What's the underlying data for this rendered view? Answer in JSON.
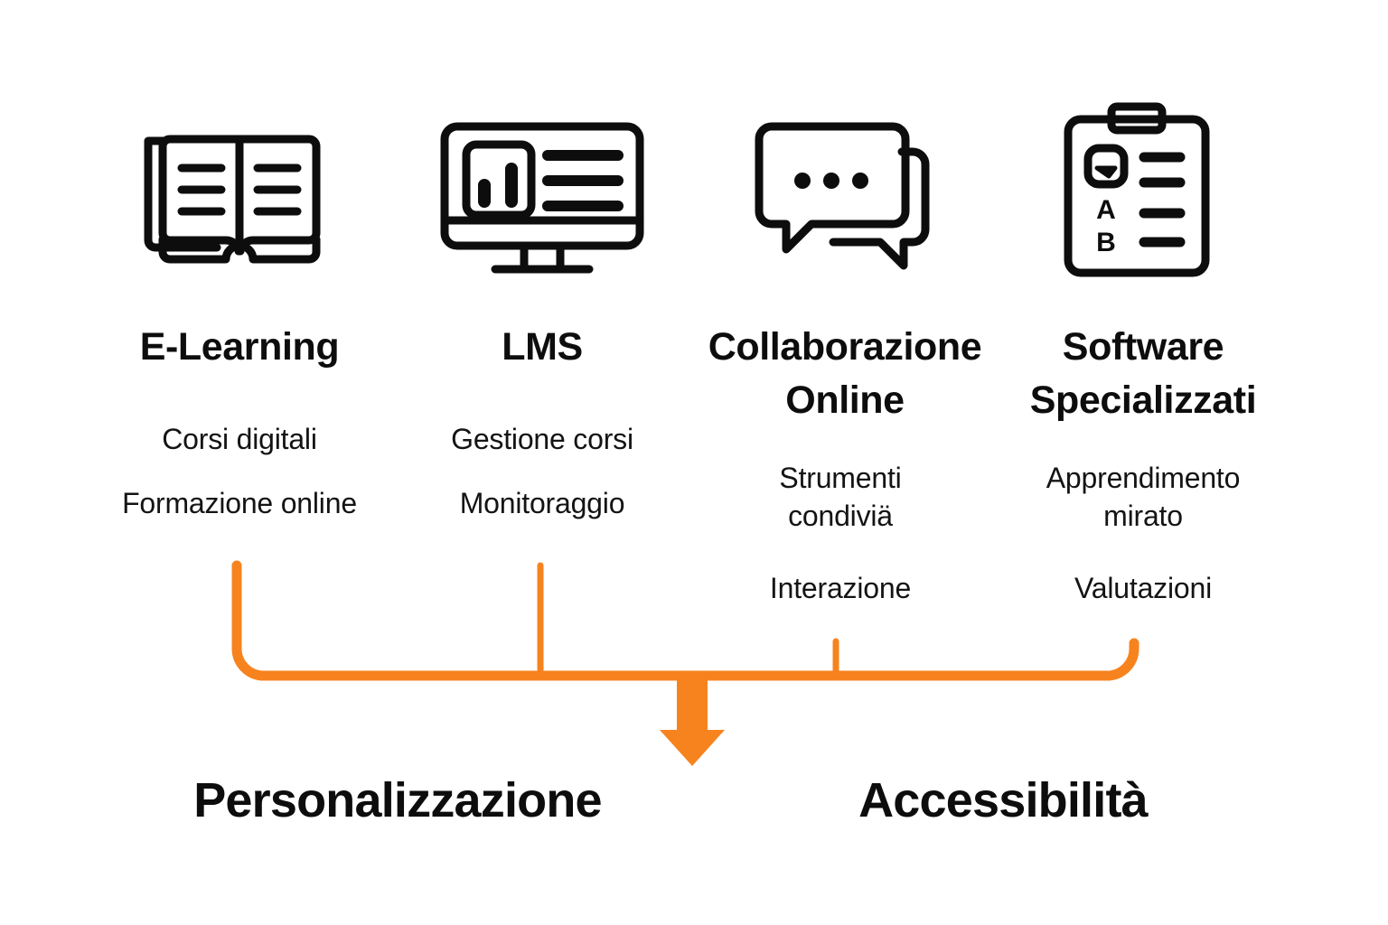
{
  "theme": {
    "background": "#ffffff",
    "ink": "#0d0d0d",
    "accent": "#f7831f"
  },
  "diagram": {
    "type": "grouping-bracket-flow",
    "columns": [
      {
        "icon": "open-book-icon",
        "title": "E-Learning",
        "items": [
          "Corsi digitali",
          "Formazione online"
        ]
      },
      {
        "icon": "desktop-monitor-dashboard-icon",
        "title": "LMS",
        "items": [
          "Gestione corsi",
          "Monitoraggio"
        ]
      },
      {
        "icon": "chat-bubbles-icon",
        "title": "Collaborazione\nOnline",
        "items": [
          "Strumenti\ncondiviä",
          "Interazione"
        ]
      },
      {
        "icon": "clipboard-checklist-icon",
        "title": "Software\nSpecializzati",
        "items": [
          "Apprendimento\nmirato",
          "Valutazioni"
        ]
      }
    ],
    "outcomes": [
      {
        "label": "Personalizzazione"
      },
      {
        "label": "Accessibilità"
      }
    ]
  }
}
